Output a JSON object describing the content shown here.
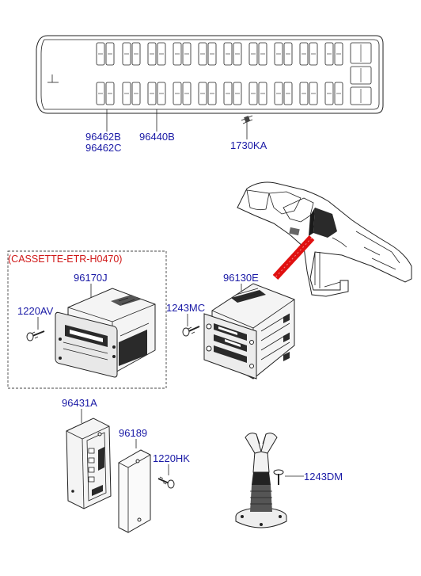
{
  "labels": {
    "p96462b": "96462B",
    "p96462c": "96462C",
    "p96440b": "96440B",
    "p1730ka": "1730KA",
    "cassette": "(CASSETTE-ETR-H0470)",
    "p96170j": "96170J",
    "p1220av": "1220AV",
    "p96130e": "96130E",
    "p1243mc": "1243MC",
    "p96431a": "96431A",
    "p96189": "96189",
    "p1220hk": "1220HK",
    "p1243dm": "1243DM"
  },
  "colors": {
    "label": "#1a1aa6",
    "note": "#d01818",
    "wire": "#e01010",
    "line": "#222222"
  }
}
